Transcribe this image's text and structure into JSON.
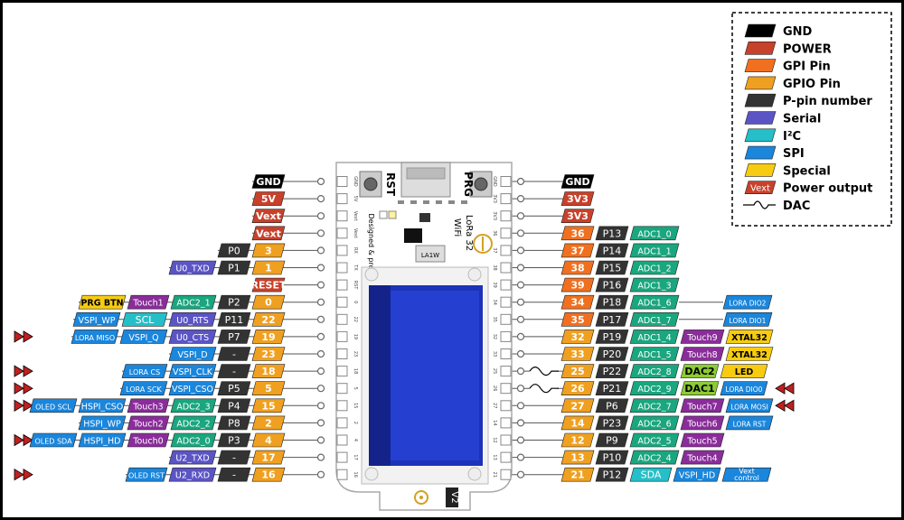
{
  "colors": {
    "gnd": "#000000",
    "power": "#c8412b",
    "gpi": "#f07020",
    "gpio": "#f0a020",
    "ppin": "#333333",
    "serial": "#5b54c5",
    "i2c": "#24bfc8",
    "spi": "#1a86dc",
    "special": "#f7cc10",
    "touch": "#8a2d9a",
    "adc": "#1aa67e",
    "dac": "#8ccc34",
    "board": "#ffffff",
    "display": "#1c33b8",
    "arrow": "#c02020"
  },
  "legend": {
    "items": [
      {
        "label": "GND",
        "color": "gnd"
      },
      {
        "label": "POWER",
        "color": "power"
      },
      {
        "label": "GPI Pin",
        "color": "gpi"
      },
      {
        "label": "GPIO Pin",
        "color": "gpio"
      },
      {
        "label": "P-pin number",
        "color": "ppin"
      },
      {
        "label": "Serial",
        "color": "serial"
      },
      {
        "label": "I²C",
        "color": "i2c"
      },
      {
        "label": "SPI",
        "color": "spi"
      },
      {
        "label": "Special",
        "color": "special"
      },
      {
        "label": "Power output",
        "color": "power",
        "swatch_text": "Vext"
      },
      {
        "label": "DAC",
        "color": "none",
        "wave": true
      }
    ]
  },
  "board": {
    "btn_left": "RST",
    "btn_right": "PRG",
    "title_lines": [
      "WiFi",
      "LoRa 32"
    ],
    "maker": "Designed & produced by Heltec",
    "version": "V2",
    "chip": "LA1W",
    "silk_left": [
      "GND",
      "5V",
      "Vext",
      "Vext",
      "RX",
      "TX",
      "RST",
      "0",
      "22",
      "19",
      "23",
      "18",
      "5",
      "15",
      "2",
      "4",
      "17",
      "16"
    ],
    "silk_right": [
      "GND",
      "3V3",
      "3V3",
      "36",
      "37",
      "38",
      "39",
      "34",
      "35",
      "32",
      "33",
      "25",
      "26",
      "27",
      "14",
      "12",
      "13",
      "21"
    ]
  },
  "left_rows": [
    {
      "tags": [
        {
          "t": "GND",
          "c": "gnd"
        }
      ]
    },
    {
      "tags": [
        {
          "t": "5V",
          "c": "power"
        }
      ]
    },
    {
      "tags": [
        {
          "t": "Vext",
          "c": "power"
        }
      ]
    },
    {
      "tags": [
        {
          "t": "Vext",
          "c": "power"
        }
      ]
    },
    {
      "tags": [
        {
          "t": "P0",
          "c": "ppin"
        },
        {
          "t": "3",
          "c": "gpio"
        }
      ]
    },
    {
      "tags": [
        {
          "t": "U0_TXD",
          "c": "serial"
        },
        {
          "t": "P1",
          "c": "ppin"
        },
        {
          "t": "1",
          "c": "gpio"
        }
      ]
    },
    {
      "tags": [
        {
          "t": "RESET",
          "c": "power"
        }
      ]
    },
    {
      "tags": [
        {
          "t": "PRG BTN",
          "c": "special"
        },
        {
          "t": "Touch1",
          "c": "touch"
        },
        {
          "t": "ADC2_1",
          "c": "adc"
        },
        {
          "t": "P2",
          "c": "ppin"
        },
        {
          "t": "0",
          "c": "gpio"
        }
      ]
    },
    {
      "tags": [
        {
          "t": "VSPI_WP",
          "c": "spi"
        },
        {
          "t": "SCL",
          "c": "i2c"
        },
        {
          "t": "U0_RTS",
          "c": "serial"
        },
        {
          "t": "P11",
          "c": "ppin"
        },
        {
          "t": "22",
          "c": "gpio"
        }
      ]
    },
    {
      "arrow": true,
      "tags": [
        {
          "t": "LORA MISO",
          "c": "spi"
        },
        {
          "t": "VSPI_Q",
          "c": "spi"
        },
        {
          "t": "U0_CTS",
          "c": "serial"
        },
        {
          "t": "P7",
          "c": "ppin"
        },
        {
          "t": "19",
          "c": "gpio"
        }
      ]
    },
    {
      "tags": [
        {
          "t": "VSPI_D",
          "c": "spi"
        },
        {
          "t": "-",
          "c": "ppin"
        },
        {
          "t": "23",
          "c": "gpio"
        }
      ]
    },
    {
      "arrow": true,
      "tags": [
        {
          "t": "LORA CS",
          "c": "spi"
        },
        {
          "t": "VSPI_CLK",
          "c": "spi"
        },
        {
          "t": "-",
          "c": "ppin"
        },
        {
          "t": "18",
          "c": "gpio"
        }
      ]
    },
    {
      "arrow": true,
      "tags": [
        {
          "t": "LORA SCK",
          "c": "spi"
        },
        {
          "t": "VSPI_CSO",
          "c": "spi"
        },
        {
          "t": "P5",
          "c": "ppin"
        },
        {
          "t": "5",
          "c": "gpio"
        }
      ]
    },
    {
      "arrow": true,
      "tags": [
        {
          "t": "OLED SCL",
          "c": "spi"
        },
        {
          "t": "HSPI_CSO",
          "c": "spi"
        },
        {
          "t": "Touch3",
          "c": "touch"
        },
        {
          "t": "ADC2_3",
          "c": "adc"
        },
        {
          "t": "P4",
          "c": "ppin"
        },
        {
          "t": "15",
          "c": "gpio"
        }
      ]
    },
    {
      "tags": [
        {
          "t": "HSPI_WP",
          "c": "spi"
        },
        {
          "t": "Touch2",
          "c": "touch"
        },
        {
          "t": "ADC2_2",
          "c": "adc"
        },
        {
          "t": "P8",
          "c": "ppin"
        },
        {
          "t": "2",
          "c": "gpio"
        }
      ]
    },
    {
      "arrow": true,
      "tags": [
        {
          "t": "OLED SDA",
          "c": "spi"
        },
        {
          "t": "HSPI_HD",
          "c": "spi"
        },
        {
          "t": "Touch0",
          "c": "touch"
        },
        {
          "t": "ADC2_0",
          "c": "adc"
        },
        {
          "t": "P3",
          "c": "ppin"
        },
        {
          "t": "4",
          "c": "gpio"
        }
      ]
    },
    {
      "tags": [
        {
          "t": "U2_TXD",
          "c": "serial"
        },
        {
          "t": "-",
          "c": "ppin"
        },
        {
          "t": "17",
          "c": "gpio"
        }
      ]
    },
    {
      "arrow": true,
      "tags": [
        {
          "t": "OLED RST",
          "c": "spi"
        },
        {
          "t": "U2_RXD",
          "c": "serial"
        },
        {
          "t": "-",
          "c": "ppin"
        },
        {
          "t": "16",
          "c": "gpio"
        }
      ]
    }
  ],
  "right_rows": [
    {
      "tags": [
        {
          "t": "GND",
          "c": "gnd"
        }
      ]
    },
    {
      "tags": [
        {
          "t": "3V3",
          "c": "power"
        }
      ]
    },
    {
      "tags": [
        {
          "t": "3V3",
          "c": "power"
        }
      ]
    },
    {
      "tags": [
        {
          "t": "36",
          "c": "gpi"
        },
        {
          "t": "P13",
          "c": "ppin"
        },
        {
          "t": "ADC1_0",
          "c": "adc"
        }
      ]
    },
    {
      "tags": [
        {
          "t": "37",
          "c": "gpi"
        },
        {
          "t": "P14",
          "c": "ppin"
        },
        {
          "t": "ADC1_1",
          "c": "adc"
        }
      ]
    },
    {
      "tags": [
        {
          "t": "38",
          "c": "gpi"
        },
        {
          "t": "P15",
          "c": "ppin"
        },
        {
          "t": "ADC1_2",
          "c": "adc"
        }
      ]
    },
    {
      "tags": [
        {
          "t": "39",
          "c": "gpi"
        },
        {
          "t": "P16",
          "c": "ppin"
        },
        {
          "t": "ADC1_3",
          "c": "adc"
        }
      ]
    },
    {
      "tags": [
        {
          "t": "34",
          "c": "gpi"
        },
        {
          "t": "P18",
          "c": "ppin"
        },
        {
          "t": "ADC1_6",
          "c": "adc"
        },
        {
          "t": "LORA DIO2",
          "c": "spi",
          "far": true
        }
      ]
    },
    {
      "tags": [
        {
          "t": "35",
          "c": "gpi"
        },
        {
          "t": "P17",
          "c": "ppin"
        },
        {
          "t": "ADC1_7",
          "c": "adc"
        },
        {
          "t": "LORA DIO1",
          "c": "spi",
          "far": true
        }
      ]
    },
    {
      "tags": [
        {
          "t": "32",
          "c": "gpio"
        },
        {
          "t": "P19",
          "c": "ppin"
        },
        {
          "t": "ADC1_4",
          "c": "adc"
        },
        {
          "t": "Touch9",
          "c": "touch"
        },
        {
          "t": "XTAL32",
          "c": "special"
        }
      ]
    },
    {
      "tags": [
        {
          "t": "33",
          "c": "gpio"
        },
        {
          "t": "P20",
          "c": "ppin"
        },
        {
          "t": "ADC1_5",
          "c": "adc"
        },
        {
          "t": "Touch8",
          "c": "touch"
        },
        {
          "t": "XTAL32",
          "c": "special"
        }
      ]
    },
    {
      "wave": true,
      "tags": [
        {
          "t": "25",
          "c": "gpio"
        },
        {
          "t": "P22",
          "c": "ppin"
        },
        {
          "t": "ADC2_8",
          "c": "adc"
        },
        {
          "t": "DAC2",
          "c": "dac"
        },
        {
          "t": "LED",
          "c": "special"
        }
      ]
    },
    {
      "wave": true,
      "arrow": true,
      "tags": [
        {
          "t": "26",
          "c": "gpio"
        },
        {
          "t": "P21",
          "c": "ppin"
        },
        {
          "t": "ADC2_9",
          "c": "adc"
        },
        {
          "t": "DAC1",
          "c": "dac"
        },
        {
          "t": "LORA DIO0",
          "c": "spi"
        }
      ]
    },
    {
      "arrow": true,
      "tags": [
        {
          "t": "27",
          "c": "gpio"
        },
        {
          "t": "P6",
          "c": "ppin"
        },
        {
          "t": "ADC2_7",
          "c": "adc"
        },
        {
          "t": "Touch7",
          "c": "touch"
        },
        {
          "t": "LORA MOSI",
          "c": "spi"
        }
      ]
    },
    {
      "tags": [
        {
          "t": "14",
          "c": "gpio"
        },
        {
          "t": "P23",
          "c": "ppin"
        },
        {
          "t": "ADC2_6",
          "c": "adc"
        },
        {
          "t": "Touch6",
          "c": "touch"
        },
        {
          "t": "LORA RST",
          "c": "spi"
        }
      ]
    },
    {
      "tags": [
        {
          "t": "12",
          "c": "gpio"
        },
        {
          "t": "P9",
          "c": "ppin"
        },
        {
          "t": "ADC2_5",
          "c": "adc"
        },
        {
          "t": "Touch5",
          "c": "touch"
        }
      ]
    },
    {
      "tags": [
        {
          "t": "13",
          "c": "gpio"
        },
        {
          "t": "P10",
          "c": "ppin"
        },
        {
          "t": "ADC2_4",
          "c": "adc"
        },
        {
          "t": "Touch4",
          "c": "touch"
        }
      ]
    },
    {
      "tags": [
        {
          "t": "21",
          "c": "gpio"
        },
        {
          "t": "P12",
          "c": "ppin"
        },
        {
          "t": "SDA",
          "c": "i2c"
        },
        {
          "t": "VSPI_HD",
          "c": "spi"
        },
        {
          "t": "Vext control",
          "c": "spi",
          "twoLine": true
        }
      ]
    }
  ]
}
